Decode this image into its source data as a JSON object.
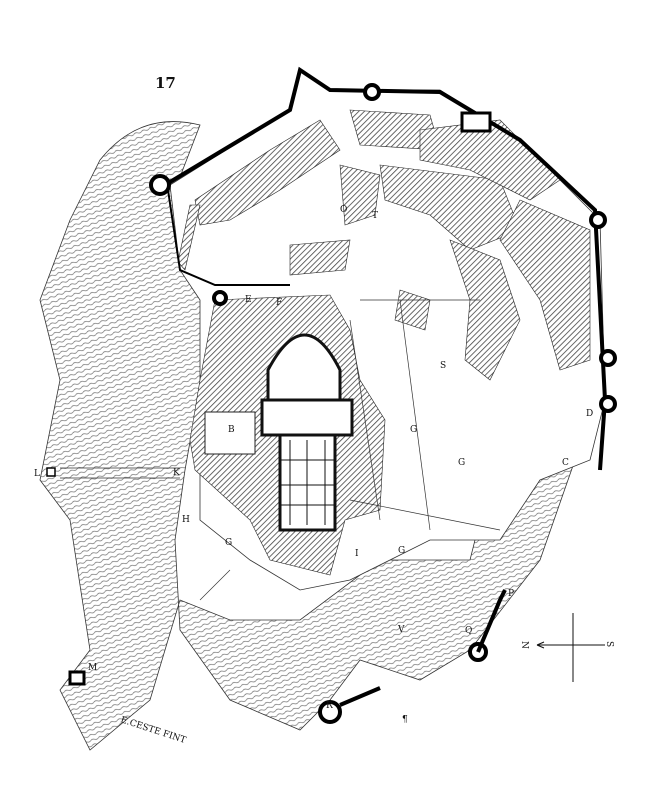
{
  "plate_number": "17",
  "labels": {
    "O": "O",
    "T": "T",
    "E": "E",
    "F": "F",
    "S": "S",
    "D": "D",
    "C": "C",
    "B": "B",
    "G1": "G",
    "G2": "G",
    "G3": "G",
    "G4": "G",
    "H": "H",
    "K": "K",
    "L": "L",
    "I": "I",
    "V": "V",
    "Q": "Q",
    "P": "P",
    "R": "R",
    "M": "M"
  },
  "compass": {
    "north": "N",
    "south": "S"
  },
  "scale_mark": "¶",
  "engraver_signature": "E.CESTE FINT",
  "colors": {
    "ink": "#111111",
    "hatch": "#555555",
    "paper": "#ffffff"
  }
}
